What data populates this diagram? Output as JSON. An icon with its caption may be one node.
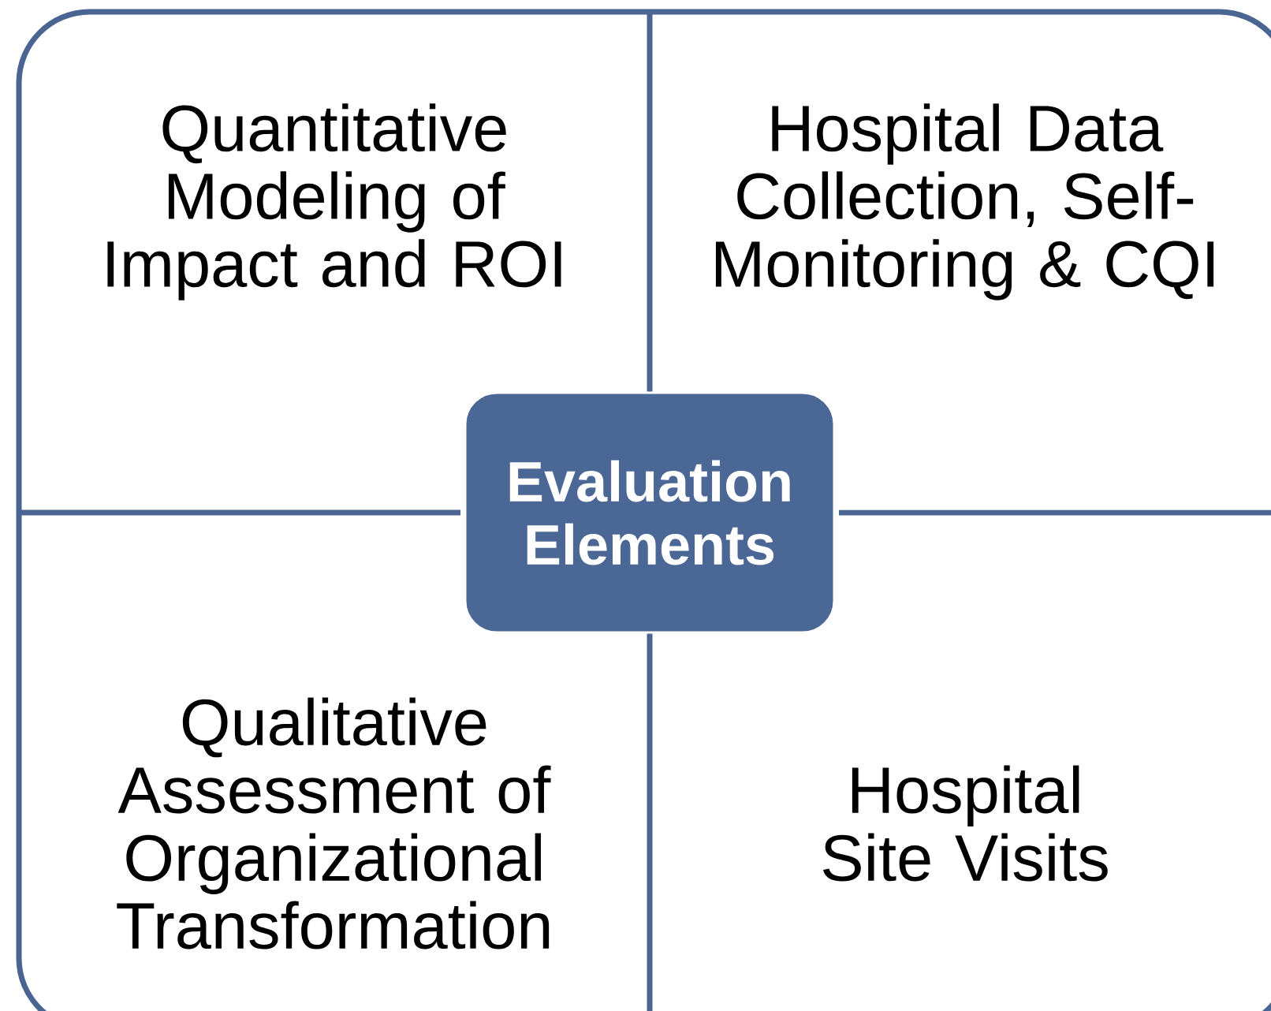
{
  "diagram": {
    "nodes": [
      {
        "text": [],
        "shape": "box"
      },
      {
        "text": [
          "Quantitative Modeling of Impact and ROI"
        ],
        "in": 0
      },
      {
        "text": [
          "Hospital Data Collection, Self-Monitoring & CQI"
        ],
        "in": 0
      },
      {
        "text": [
          "Evaluation Elements"
        ],
        "in": 0
      },
      {
        "text": [
          "Qualitative Assessment of Organizational Transformation"
        ],
        "in": 0
      },
      {
        "text": [
          "Hospital Site Visits"
        ],
        "in": 0
      }
    ]
  }
}
